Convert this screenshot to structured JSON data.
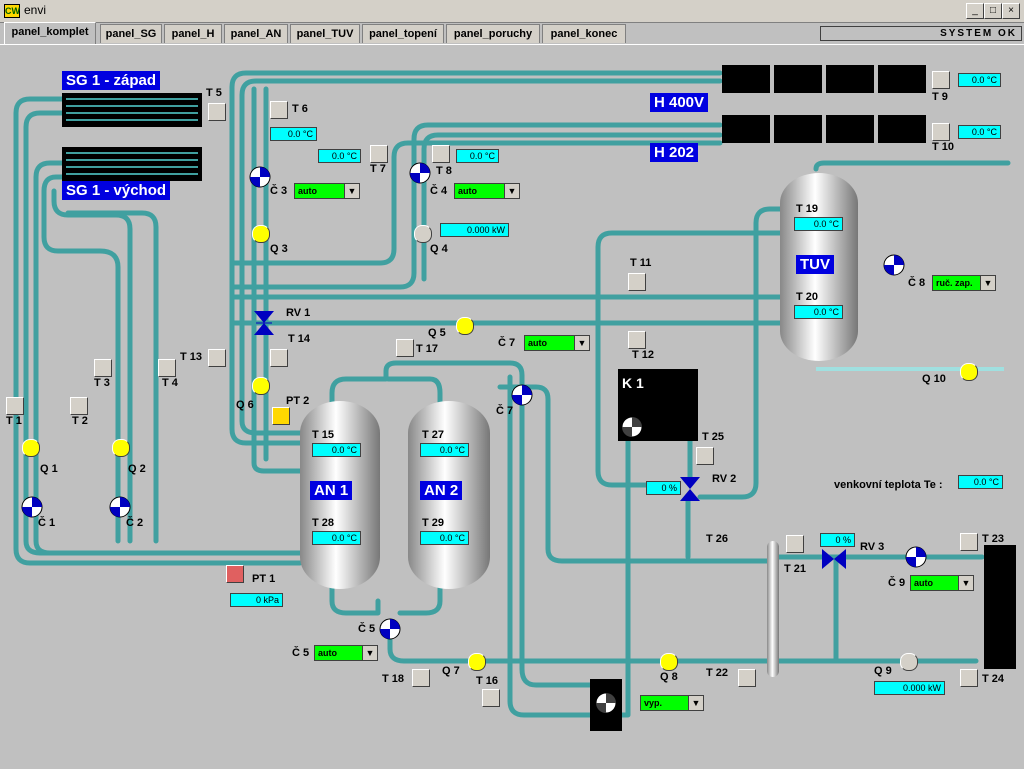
{
  "window": {
    "title": "envi",
    "logo": "CW",
    "min_btn": "_",
    "max_btn": "□",
    "close_btn": "×"
  },
  "tabs": [
    "panel_komplet",
    "panel_SG",
    "panel_H",
    "panel_AN",
    "panel_TUV",
    "panel_topení",
    "panel_poruchy",
    "panel_konec"
  ],
  "status": "SYSTEM OK",
  "labels": {
    "sg1_zapad": "SG 1 - západ",
    "sg1_vychod": "SG 1 - východ",
    "h400": "H 400V",
    "h202": "H 202",
    "tuv": "TUV",
    "an1": "AN 1",
    "an2": "AN 2",
    "k1": "K 1",
    "t1": "T 1",
    "t2": "T 2",
    "t3": "T 3",
    "t4": "T 4",
    "t5": "T 5",
    "t6": "T 6",
    "t7": "T 7",
    "t8": "T 8",
    "t9": "T 9",
    "t10": "T 10",
    "t11": "T 11",
    "t12": "T 12",
    "t13": "T 13",
    "t14": "T 14",
    "t15": "T 15",
    "t16": "T 16",
    "t17": "T 17",
    "t18": "T 18",
    "t19": "T 19",
    "t20": "T 20",
    "t21": "T 21",
    "t22": "T 22",
    "t23": "T 23",
    "t24": "T 24",
    "t25": "T 25",
    "t26": "T 26",
    "t27": "T 27",
    "t28": "T 28",
    "t29": "T 29",
    "q1": "Q 1",
    "q2": "Q 2",
    "q3": "Q 3",
    "q4": "Q 4",
    "q5": "Q 5",
    "q6": "Q 6",
    "q7": "Q 7",
    "q8": "Q 8",
    "q9": "Q 9",
    "q10": "Q 10",
    "c1": "Č 1",
    "c2": "Č 2",
    "c3": "Č 3",
    "c4": "Č 4",
    "c5a": "Č 5",
    "c5b": "Č 5",
    "c7a": "Č 7",
    "c7b": "Č 7",
    "c8": "Č 8",
    "c9": "Č 9",
    "rv1": "RV 1",
    "rv2": "RV 2",
    "rv3": "RV 3",
    "pt1": "PT 1",
    "pt2": "PT 2",
    "venk": "venkovní teplota Te :"
  },
  "values": {
    "t6": "0.0 °C",
    "t7": "0.0 °C",
    "t8": "0.0 °C",
    "t9": "0.0 °C",
    "t10": "0.0 °C",
    "t15": "0.0 °C",
    "t19": "0.0 °C",
    "t20": "0.0 °C",
    "t27": "0.0 °C",
    "t28": "0.0 °C",
    "t29": "0.0 °C",
    "q4": "0.000 kW",
    "q9": "0.000 kW",
    "pt1": "0 kPa",
    "rv2": "0 %",
    "rv3": "0 %",
    "te": "0.0 °C"
  },
  "modes": {
    "c3": "auto",
    "c4": "auto",
    "c5": "auto",
    "c7": "auto",
    "c8": "ruč. zap.",
    "c9": "auto",
    "k1": "vyp."
  },
  "colors": {
    "pipe": "#40a0a0",
    "pipe_light": "#a0e0e0",
    "tank": "#e0e0e0",
    "value_bg": "#00ffff",
    "mode_bg": "#00ff00",
    "label_bg": "#0000e0"
  }
}
